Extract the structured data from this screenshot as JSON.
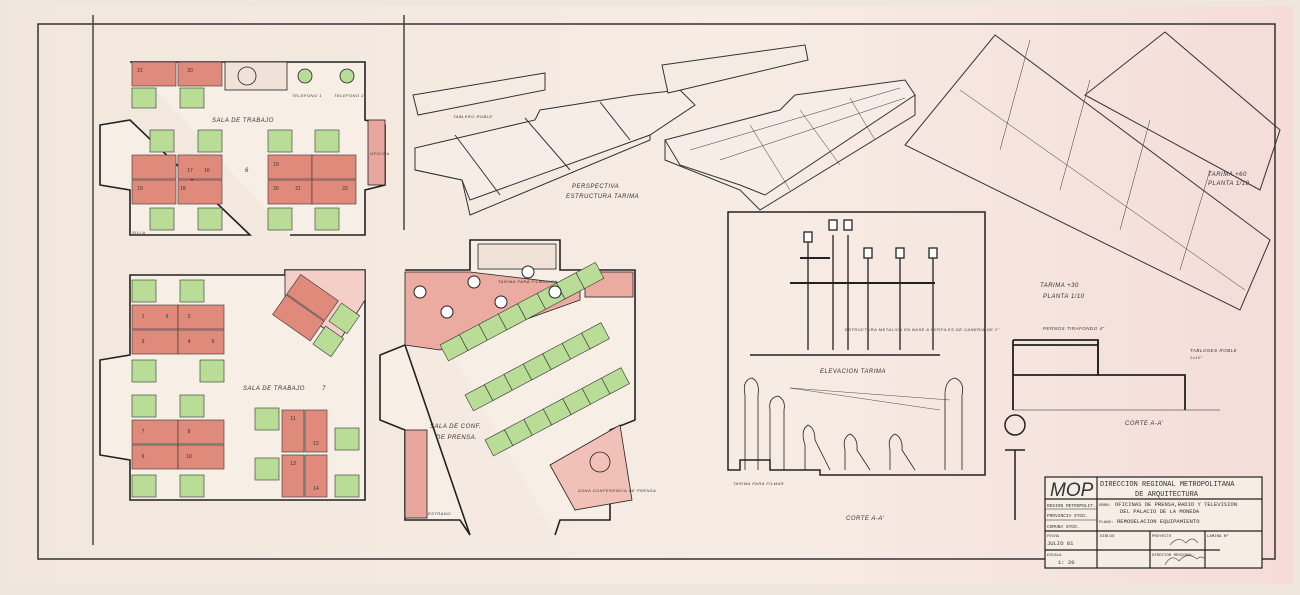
{
  "plan": {
    "room1_label": "SALA DE TRABAJO",
    "room1_number": "6",
    "room2_label": "SALA DE TRABAJO",
    "room2_number": "7",
    "conference_label_1": "SALA DE CONF.",
    "conference_label_2": "DE PRENSA.",
    "phone_1": "TELEFONO 1",
    "phone_2": "TELEFONO 2",
    "office_label": "OFICINA",
    "room1_desk_numbers": [
      "21",
      "20",
      "17",
      "16",
      "19",
      "18",
      "19",
      "20",
      "21",
      "22"
    ],
    "room2_desk_numbers": [
      "1",
      "2",
      "3",
      "4",
      "5",
      "6",
      "7",
      "8",
      "9",
      "10"
    ],
    "room3_desk_numbers": [
      "11",
      "12",
      "13",
      "14"
    ],
    "chairs_label": "SILLA",
    "stand_label": "ESTRADO",
    "cameras_label": "TARIMA PARA FILMACION",
    "interpreter_label": "ZONA CONFERENCIA DE PRENSA"
  },
  "perspective": {
    "label_1": "PERSPECTIVA",
    "label_2": "ESTRUCTURA TARIMA",
    "detail_label": "TABLERO ROBLE"
  },
  "tarima_plan": {
    "label_1": "TARIMA +30",
    "label_2": "PLANTA 1/10",
    "label_3": "TARIMA +60",
    "label_4": "PLANTA 1/10"
  },
  "elevation": {
    "title": "ELEVACION TARIMA",
    "note": "ESTRUCTURA METALICA EN BASE A PERFILES DE CANERIA DE 2\"",
    "section_title": "CORTE A-A'",
    "tarima_note": "TARIMA PARA FILMAR"
  },
  "section_detail": {
    "title": "CORTE A-A'",
    "bolts": "PERNOS TIRAFONDO 4\"",
    "boards": "TABLONES ROBLE",
    "boards_size": "2x10\""
  },
  "title_block": {
    "logo": "MOP",
    "agency_1": "DIRECCION REGIONAL METROPOLITANA",
    "agency_2": "DE ARQUITECTURA",
    "region": "REGION METROPOLIT.",
    "province": "PROVINCIA STGO.",
    "commune": "COMUNA STGO.",
    "obra_label": "OBRA:",
    "obra_1": "OFICINAS DE PRENSA,RADIO Y TELEVISION",
    "obra_2": "DEL PALACIO DE LA MONEDA",
    "plano_label": "PLANO:",
    "plano": "REMODELACION EQUIPAMIENTO",
    "fecha_label": "FECHA",
    "fecha": "JULIO 81",
    "escala_label": "ESCALA",
    "escala": "1: 20",
    "dibujo_label": "DIBUJO",
    "proyecto_label": "PROYECTO",
    "director_label": "DIRECTOR REGIONAL:",
    "lamina_label": "LAMINA Nº"
  },
  "colors": {
    "paper": "#f1e8de",
    "desk_red": "#e08a7c",
    "desk_green": "#b9dc97",
    "ink": "#2b2b2b"
  }
}
